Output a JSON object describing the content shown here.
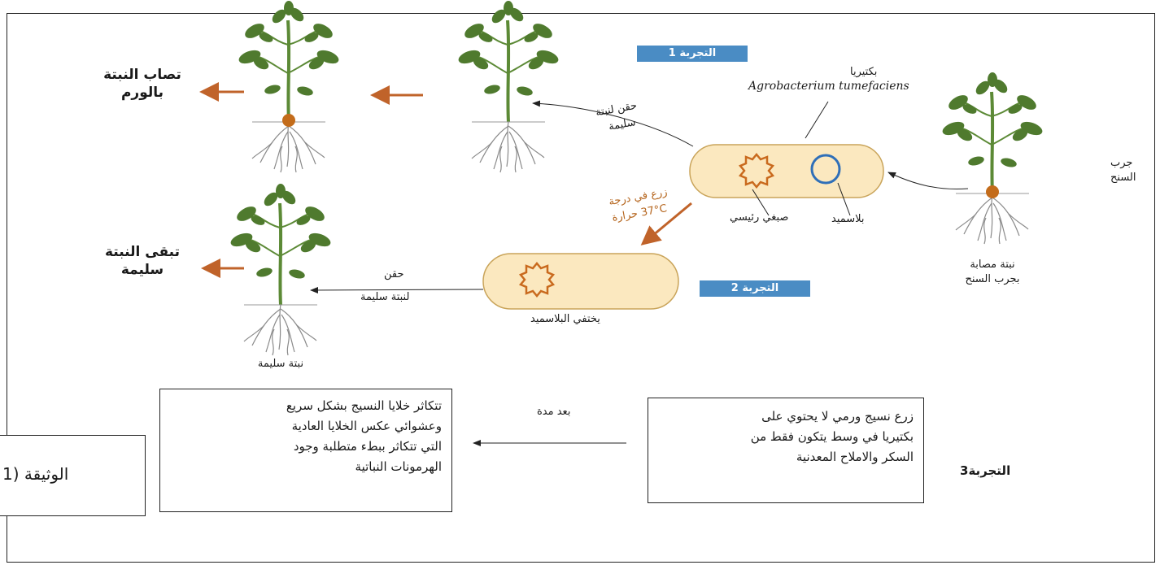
{
  "colors": {
    "bacteria_fill": "#fbe8bf",
    "bacteria_stroke": "#c9a45a",
    "chromosome": "#c96a1e",
    "plasmid": "#2f6fb8",
    "arrow_orange": "#c0632a",
    "banner": "#4a8cc4",
    "leaf": "#4f7a2e",
    "stem": "#5c8a36",
    "gall": "#c36c1b",
    "roots": "#8a8a8a"
  },
  "exp1": {
    "banner": "التجربة 1",
    "bacteria_label": "بكتيريا",
    "bacteria_species": "Agrobacterium tumefaciens",
    "inject_label_1": "حقن لنبتة",
    "inject_label_2": "سليمة",
    "chromosome_label": "صبغي رئيسي",
    "plasmid_label": "بلاسميد",
    "result_1": "تصاب النبتة",
    "result_2": "بالورم"
  },
  "source_plant": {
    "gall_label_1": "جرب",
    "gall_label_2": "السنح",
    "caption_1": "نبتة مصابة",
    "caption_2": "بجرب السنح"
  },
  "exp2": {
    "banner": "التجربة 2",
    "culture_label_1": "زرع في درجة",
    "culture_label_2": "37°C حرارة",
    "no_plasmid_label": "يختفي البلاسميد",
    "inject_label_1": "حقن",
    "inject_label_2": "لنبتة سليمة",
    "plant_caption": "نبتة سليمة",
    "result_1": "تبقى النبتة",
    "result_2": "سليمة"
  },
  "exp3": {
    "label": "التجربة3",
    "culture_text": [
      "زرع نسيج ورمي لا يحتوي على",
      "بكتيريا في وسط يتكون فقط من",
      "السكر والاملاح المعدنية"
    ],
    "time_label": "بعد مدة",
    "result_text": [
      "تتكاثر خلايا النسيج بشكل سريع",
      "وعشوائي عكس الخلايا العادية",
      "التي تتكاثر ببطء متطلبة وجود",
      "الهرمونات النباتية"
    ]
  },
  "document_label": "الوثيقة (1"
}
